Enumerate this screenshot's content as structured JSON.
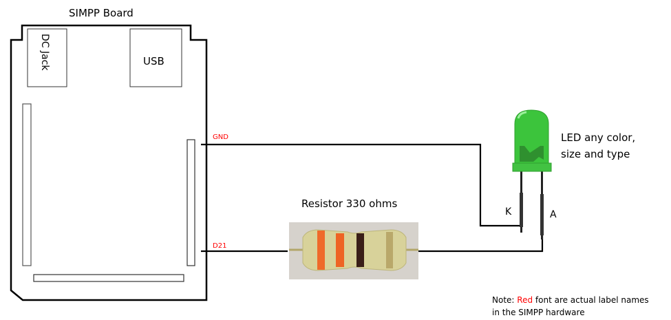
{
  "board": {
    "title": "SIMPP Board",
    "dc_jack": "DC Jack",
    "usb": "USB"
  },
  "pins": {
    "gnd": "GND",
    "d21": "D21"
  },
  "resistor": {
    "label": "Resistor 330 ohms"
  },
  "led": {
    "label_line1": "LED any color,",
    "label_line2": "size and type",
    "cathode": "K",
    "anode": "A"
  },
  "note": {
    "prefix": "Note: ",
    "red_word": "Red",
    "suffix": " font are actual label names",
    "line2": "in the SIMPP hardware"
  },
  "colors": {
    "label_red": "#ff0000",
    "led_green": "#3cc43c",
    "wire": "#000000"
  }
}
